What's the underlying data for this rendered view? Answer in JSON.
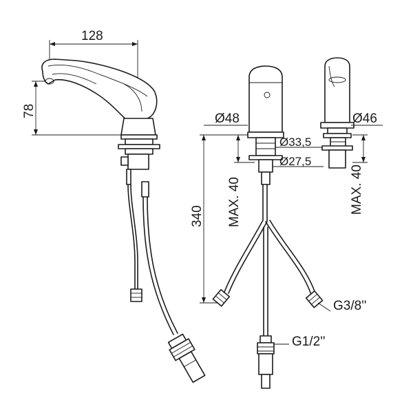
{
  "dimensions": {
    "spout_reach": "128",
    "height": "78",
    "hose_length": "340",
    "max_thickness_front": "MAX. 40",
    "max_thickness_side": "MAX. 40",
    "body_diameter_front": "Ø48",
    "body_diameter_side": "Ø46",
    "thread_diameter": "Ø33,5",
    "shank_diameter": "Ø27,5",
    "connection_small": "G3/8''",
    "connection_large": "G1/2''"
  }
}
